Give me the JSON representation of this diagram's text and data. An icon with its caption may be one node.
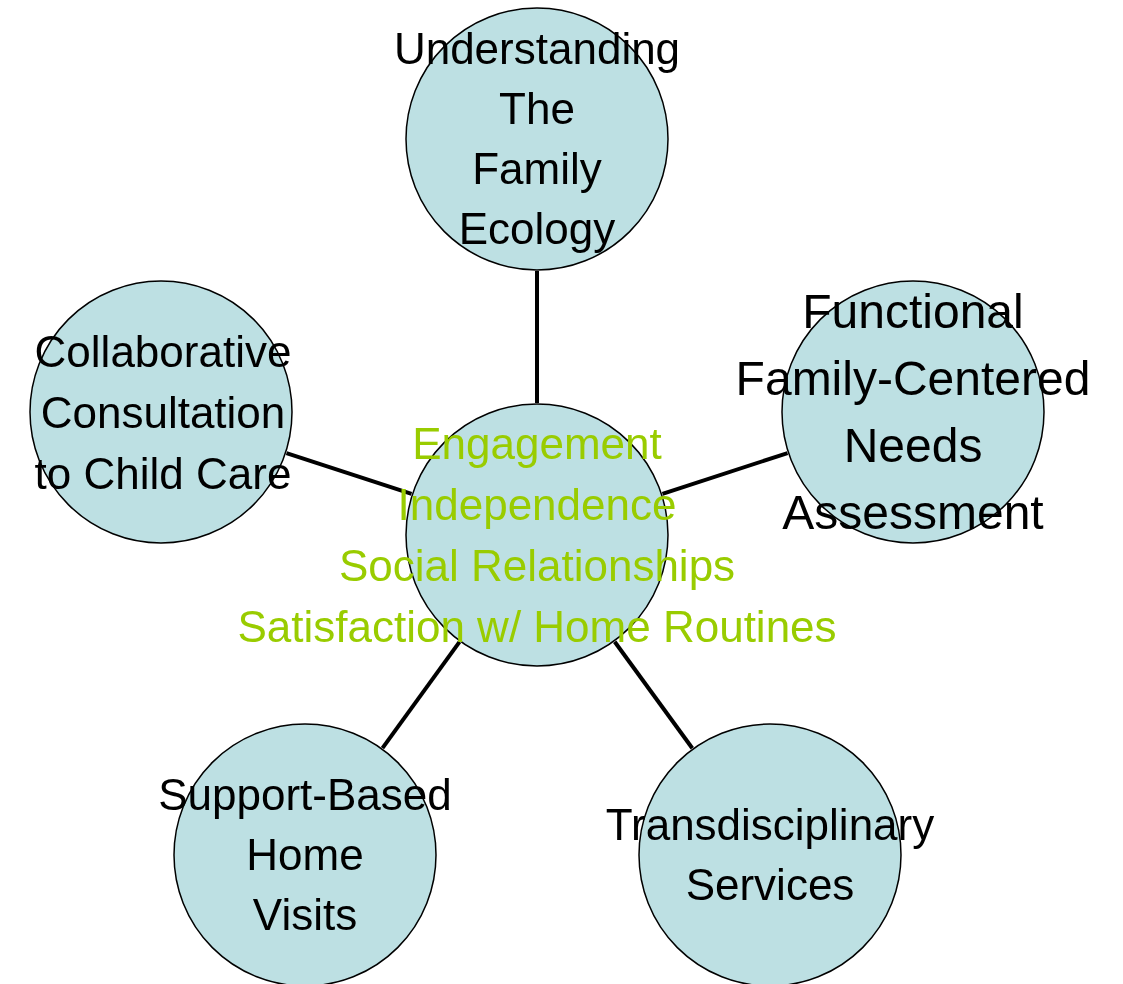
{
  "diagram": {
    "nodes": [
      {
        "text": [
          "Understanding The Family Ecology"
        ]
      },
      {
        "text": [
          "Collaborative Consultation to Child Care"
        ]
      },
      {
        "text": [
          "Functional Family-Centered Needs Assessment"
        ]
      },
      {
        "text": [
          "Engagement Independence Social Relationships Satisfaction w/ Home Routines"
        ]
      },
      {
        "text": [
          "Support-Based Home Visits"
        ]
      },
      {
        "text": [
          "Transdisciplinary Services"
        ]
      }
    ],
    "edges": [
      {
        "from": 3,
        "to": 0,
        "arrow": "none"
      },
      {
        "from": 3,
        "to": 1,
        "arrow": "none"
      },
      {
        "from": 3,
        "to": 2,
        "arrow": "none"
      },
      {
        "from": 3,
        "to": 4,
        "arrow": "none"
      },
      {
        "from": 3,
        "to": 5,
        "arrow": "none"
      }
    ]
  }
}
